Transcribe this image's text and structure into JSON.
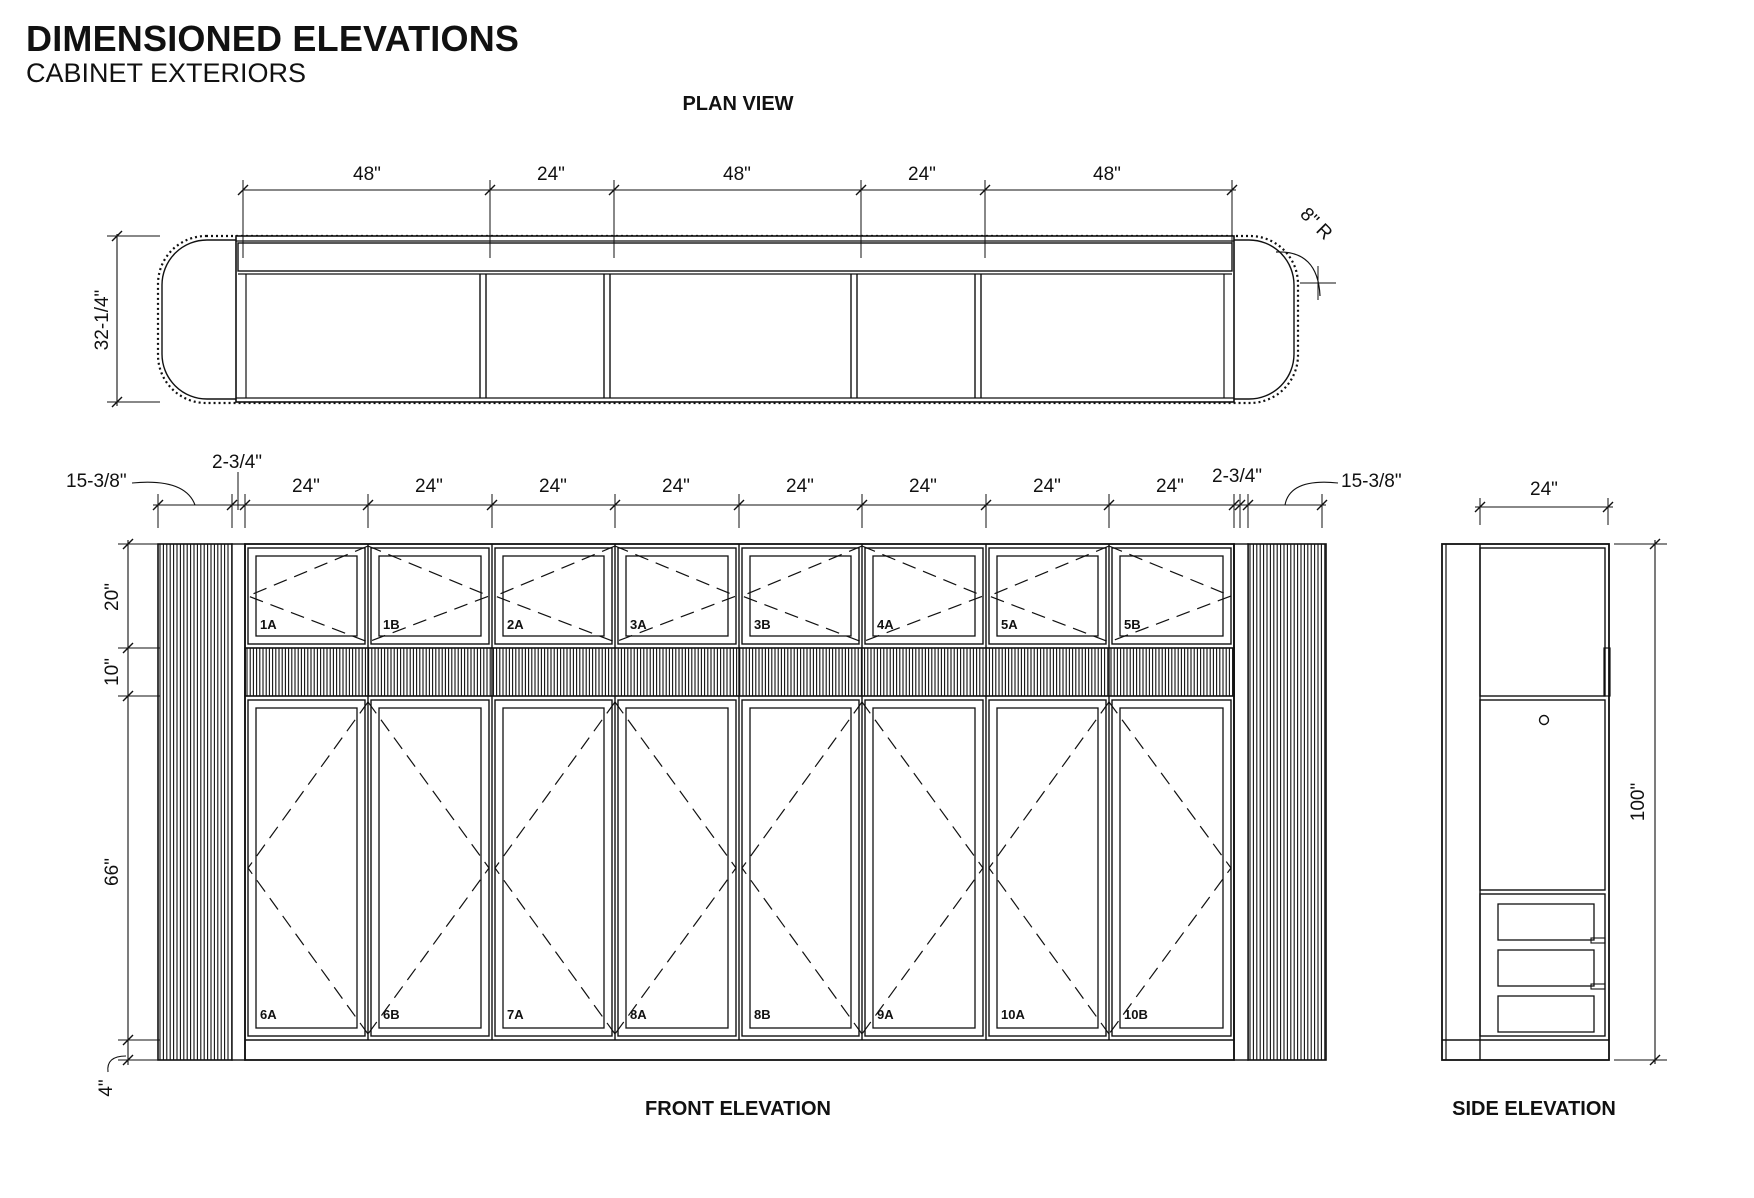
{
  "header": {
    "title": "DIMENSIONED ELEVATIONS",
    "subtitle": "CABINET EXTERIORS"
  },
  "labels": {
    "plan": "PLAN VIEW",
    "front": "FRONT ELEVATION",
    "side": "SIDE ELEVATION"
  },
  "plan": {
    "top_dims": [
      "48\"",
      "24\"",
      "48\"",
      "24\"",
      "48\""
    ],
    "depth": "32-1/4\"",
    "radius": "8\" R"
  },
  "front": {
    "top_dims": [
      "24\"",
      "24\"",
      "24\"",
      "24\"",
      "24\"",
      "24\"",
      "24\"",
      "24\""
    ],
    "end_left": "15-3/8\"",
    "end_right": "15-3/8\"",
    "gap_left": "2-3/4\"",
    "gap_right": "2-3/4\"",
    "heights": [
      "20\"",
      "10\"",
      "66\"",
      "4\""
    ],
    "upper_tags": [
      "1A",
      "1B",
      "2A",
      "3A",
      "3B",
      "4A",
      "5A",
      "5B"
    ],
    "lower_tags": [
      "6A",
      "6B",
      "7A",
      "8A",
      "8B",
      "9A",
      "10A",
      "10B"
    ]
  },
  "side": {
    "width": "24\"",
    "height": "100\""
  }
}
